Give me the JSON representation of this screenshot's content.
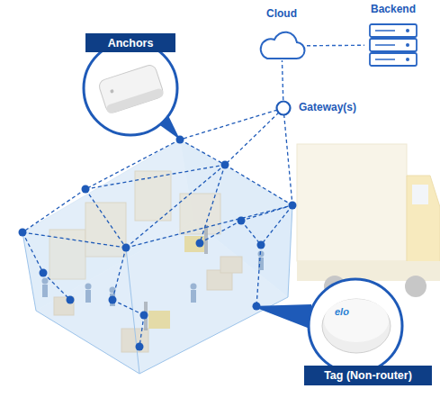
{
  "diagram": {
    "nodes": [
      {
        "text": [
          "Cloud"
        ]
      },
      {
        "text": [
          "Backend"
        ]
      },
      {
        "text": [
          "Anchors"
        ]
      },
      {
        "text": [
          "Gateway(s)"
        ]
      },
      {
        "text": [
          "Tag (Non-router)"
        ]
      }
    ],
    "edges": [
      {
        "from": 0,
        "to": 1,
        "arrow": "none"
      },
      {
        "from": 3,
        "to": 0,
        "arrow": "none"
      }
    ],
    "labels": [
      "elo"
    ]
  }
}
